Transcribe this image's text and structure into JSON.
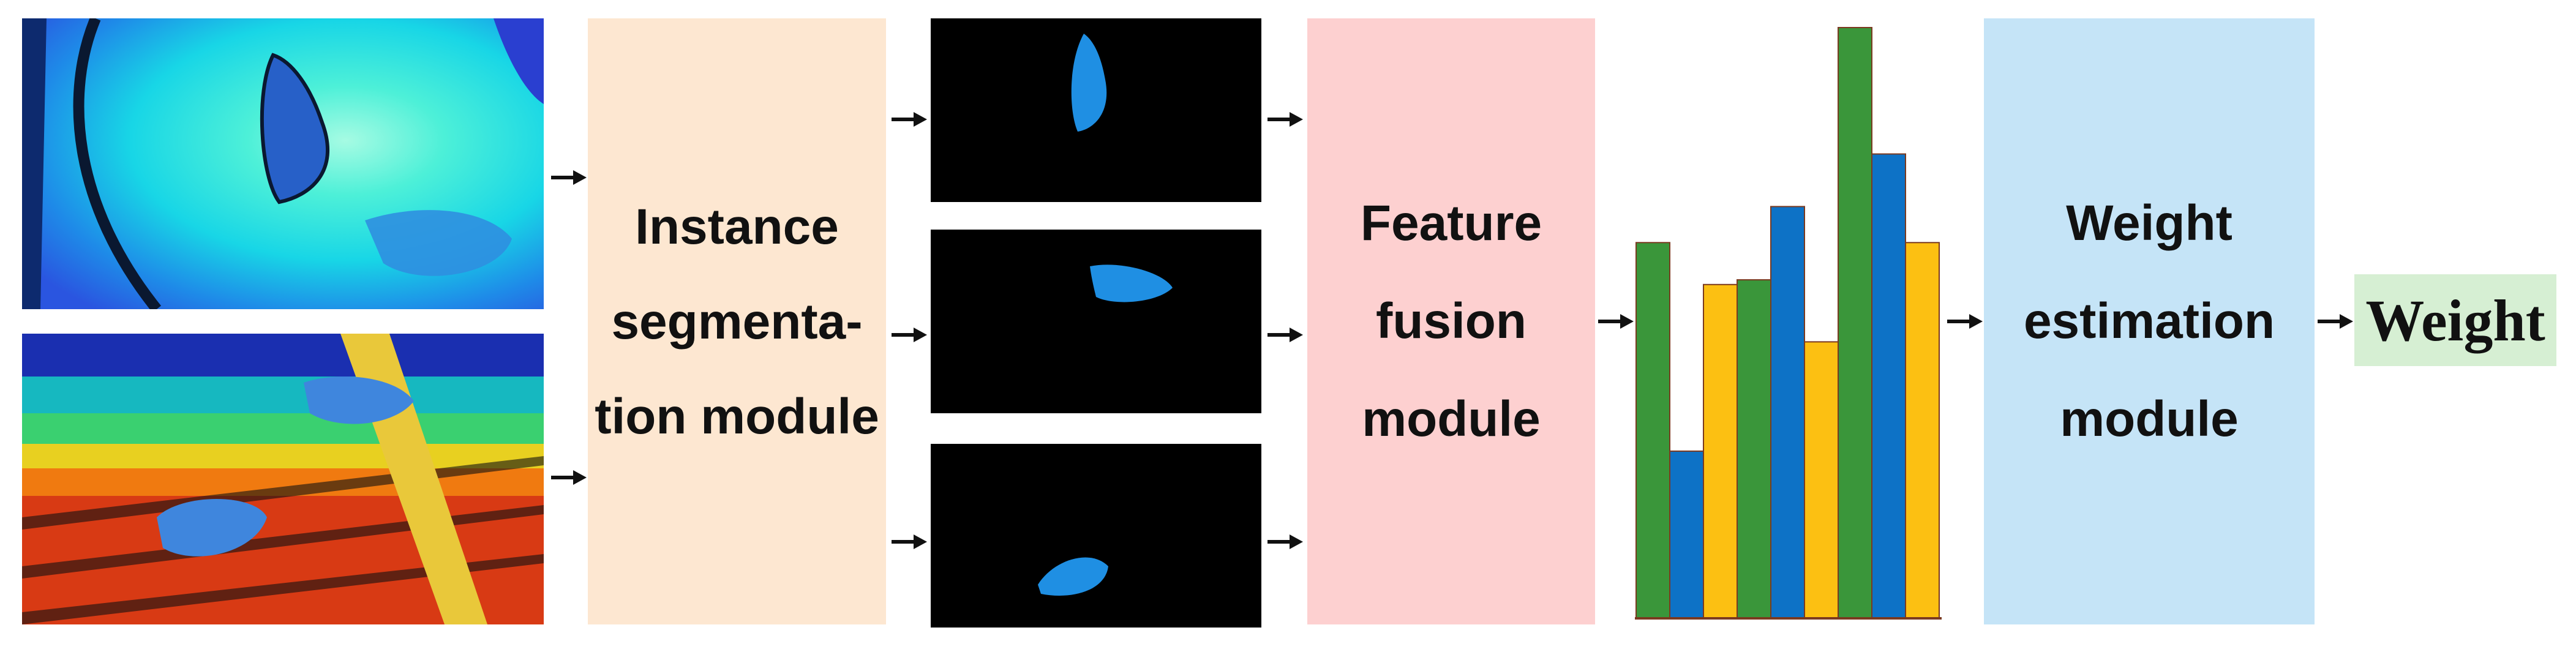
{
  "modules": {
    "segmentation": {
      "label": "Instance\nsegmenta-\ntion module",
      "fill": "#fde7d1"
    },
    "fusion": {
      "label": "Feature\nfusion\nmodule",
      "fill": "#fdd0d0"
    },
    "estimation": {
      "label": "Weight\nestimation\nmodule",
      "fill": "#c5e4f7"
    }
  },
  "output": {
    "label": "Weight",
    "fill": "#d6efd3"
  },
  "feature_histogram": {
    "colors": {
      "green": "#3a963a",
      "blue": "#0d72c6",
      "yellow": "#fcc012"
    },
    "relative_heights": [
      0.636,
      0.283,
      0.565,
      0.573,
      0.697,
      0.468,
      1.0,
      0.786,
      0.636
    ]
  },
  "colors": {
    "arrow": "#111111",
    "mask_fish": "#1f8fe3"
  }
}
